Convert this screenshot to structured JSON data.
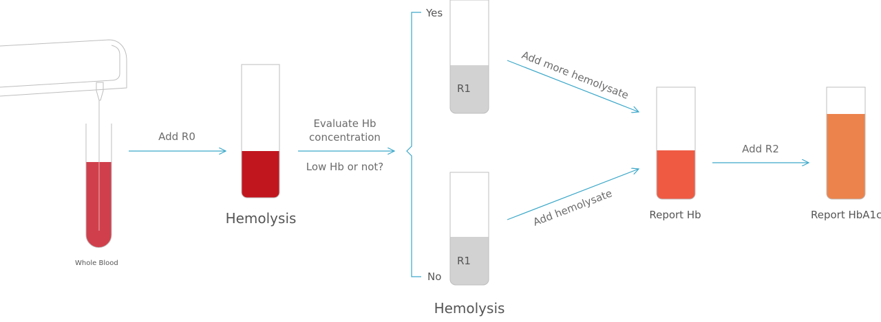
{
  "colors": {
    "arrow": "#3aa7c9",
    "blood": "#d0404c",
    "hemolysate": "#c1161e",
    "reagent": "#d2d2d2",
    "report_hb": "#ef5a43",
    "report_hba1c": "#ec834c"
  },
  "steps": {
    "whole_blood": "Whole Blood",
    "add_r0": "Add R0",
    "hemolysis_1": "Hemolysis",
    "evaluate_line1": "Evaluate  Hb",
    "evaluate_line2": "concentration",
    "low_hb_question": "Low Hb or not?",
    "branch_yes": "Yes",
    "branch_no": "No",
    "r1_top": "R1",
    "r1_bottom": "R1",
    "hemolysis_2": "Hemolysis",
    "add_more_hemolysate": "Add more hemolysate",
    "add_hemolysate": "Add hemolysate",
    "report_hb": "Report Hb",
    "add_r2": "Add R2",
    "report_hba1c": "Report HbA1c"
  }
}
